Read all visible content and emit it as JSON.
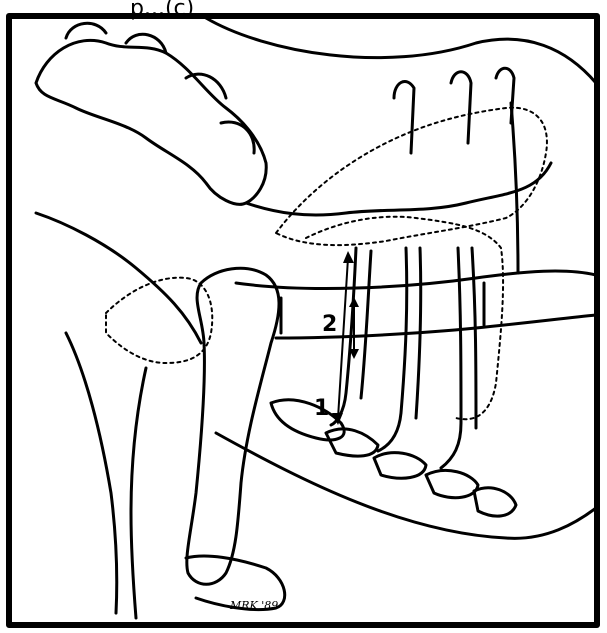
{
  "caption": {
    "text": "p...(c)"
  },
  "figure": {
    "labels": {
      "label_1": "1",
      "label_2": "2"
    },
    "signature": "MRK '89"
  },
  "colors": {
    "line": "#000000",
    "background": "#ffffff"
  }
}
